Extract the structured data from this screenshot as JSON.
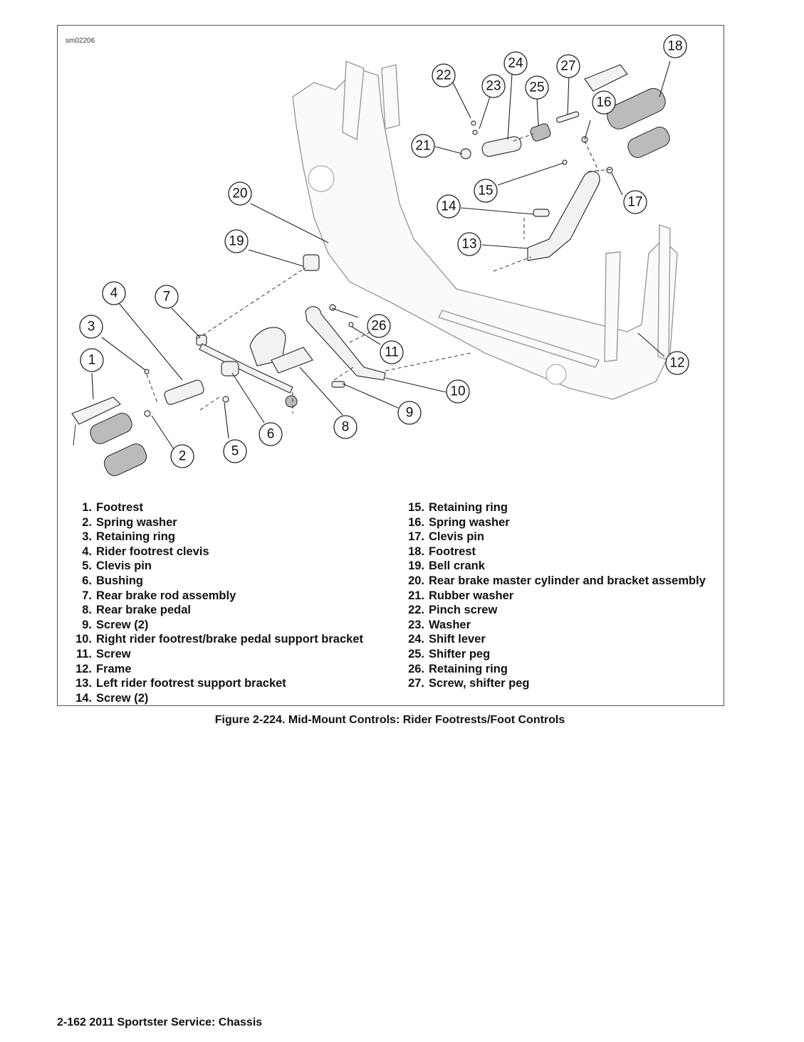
{
  "figure": {
    "id_label": "sm02206",
    "callouts": [
      "1",
      "2",
      "3",
      "4",
      "5",
      "6",
      "7",
      "8",
      "9",
      "10",
      "11",
      "12",
      "13",
      "14",
      "15",
      "16",
      "17",
      "18",
      "19",
      "20",
      "21",
      "22",
      "23",
      "24",
      "25",
      "26",
      "27"
    ],
    "legend_left": [
      {
        "num": "1.",
        "label": "Footrest"
      },
      {
        "num": "2.",
        "label": "Spring washer"
      },
      {
        "num": "3.",
        "label": "Retaining ring"
      },
      {
        "num": "4.",
        "label": "Rider footrest clevis"
      },
      {
        "num": "5.",
        "label": "Clevis pin"
      },
      {
        "num": "6.",
        "label": "Bushing"
      },
      {
        "num": "7.",
        "label": "Rear brake rod assembly"
      },
      {
        "num": "8.",
        "label": "Rear brake pedal"
      },
      {
        "num": "9.",
        "label": "Screw (2)"
      },
      {
        "num": "10.",
        "label": "Right rider footrest/brake pedal support bracket"
      },
      {
        "num": "11.",
        "label": "Screw"
      },
      {
        "num": "12.",
        "label": "Frame"
      },
      {
        "num": "13.",
        "label": "Left rider footrest support bracket"
      },
      {
        "num": "14.",
        "label": "Screw (2)"
      }
    ],
    "legend_right": [
      {
        "num": "15.",
        "label": "Retaining ring"
      },
      {
        "num": "16.",
        "label": "Spring washer"
      },
      {
        "num": "17.",
        "label": "Clevis pin"
      },
      {
        "num": "18.",
        "label": "Footrest"
      },
      {
        "num": "19.",
        "label": "Bell crank"
      },
      {
        "num": "20.",
        "label": "Rear brake master cylinder and bracket assembly"
      },
      {
        "num": "21.",
        "label": "Rubber washer"
      },
      {
        "num": "22.",
        "label": "Pinch screw"
      },
      {
        "num": "23.",
        "label": "Washer"
      },
      {
        "num": "24.",
        "label": "Shift lever"
      },
      {
        "num": "25.",
        "label": "Shifter peg"
      },
      {
        "num": "26.",
        "label": "Retaining ring"
      },
      {
        "num": "27.",
        "label": "Screw, shifter peg"
      }
    ],
    "caption": "Figure 2-224. Mid-Mount Controls: Rider Footrests/Foot Controls"
  },
  "footer": "2-162  2011 Sportster Service:  Chassis"
}
